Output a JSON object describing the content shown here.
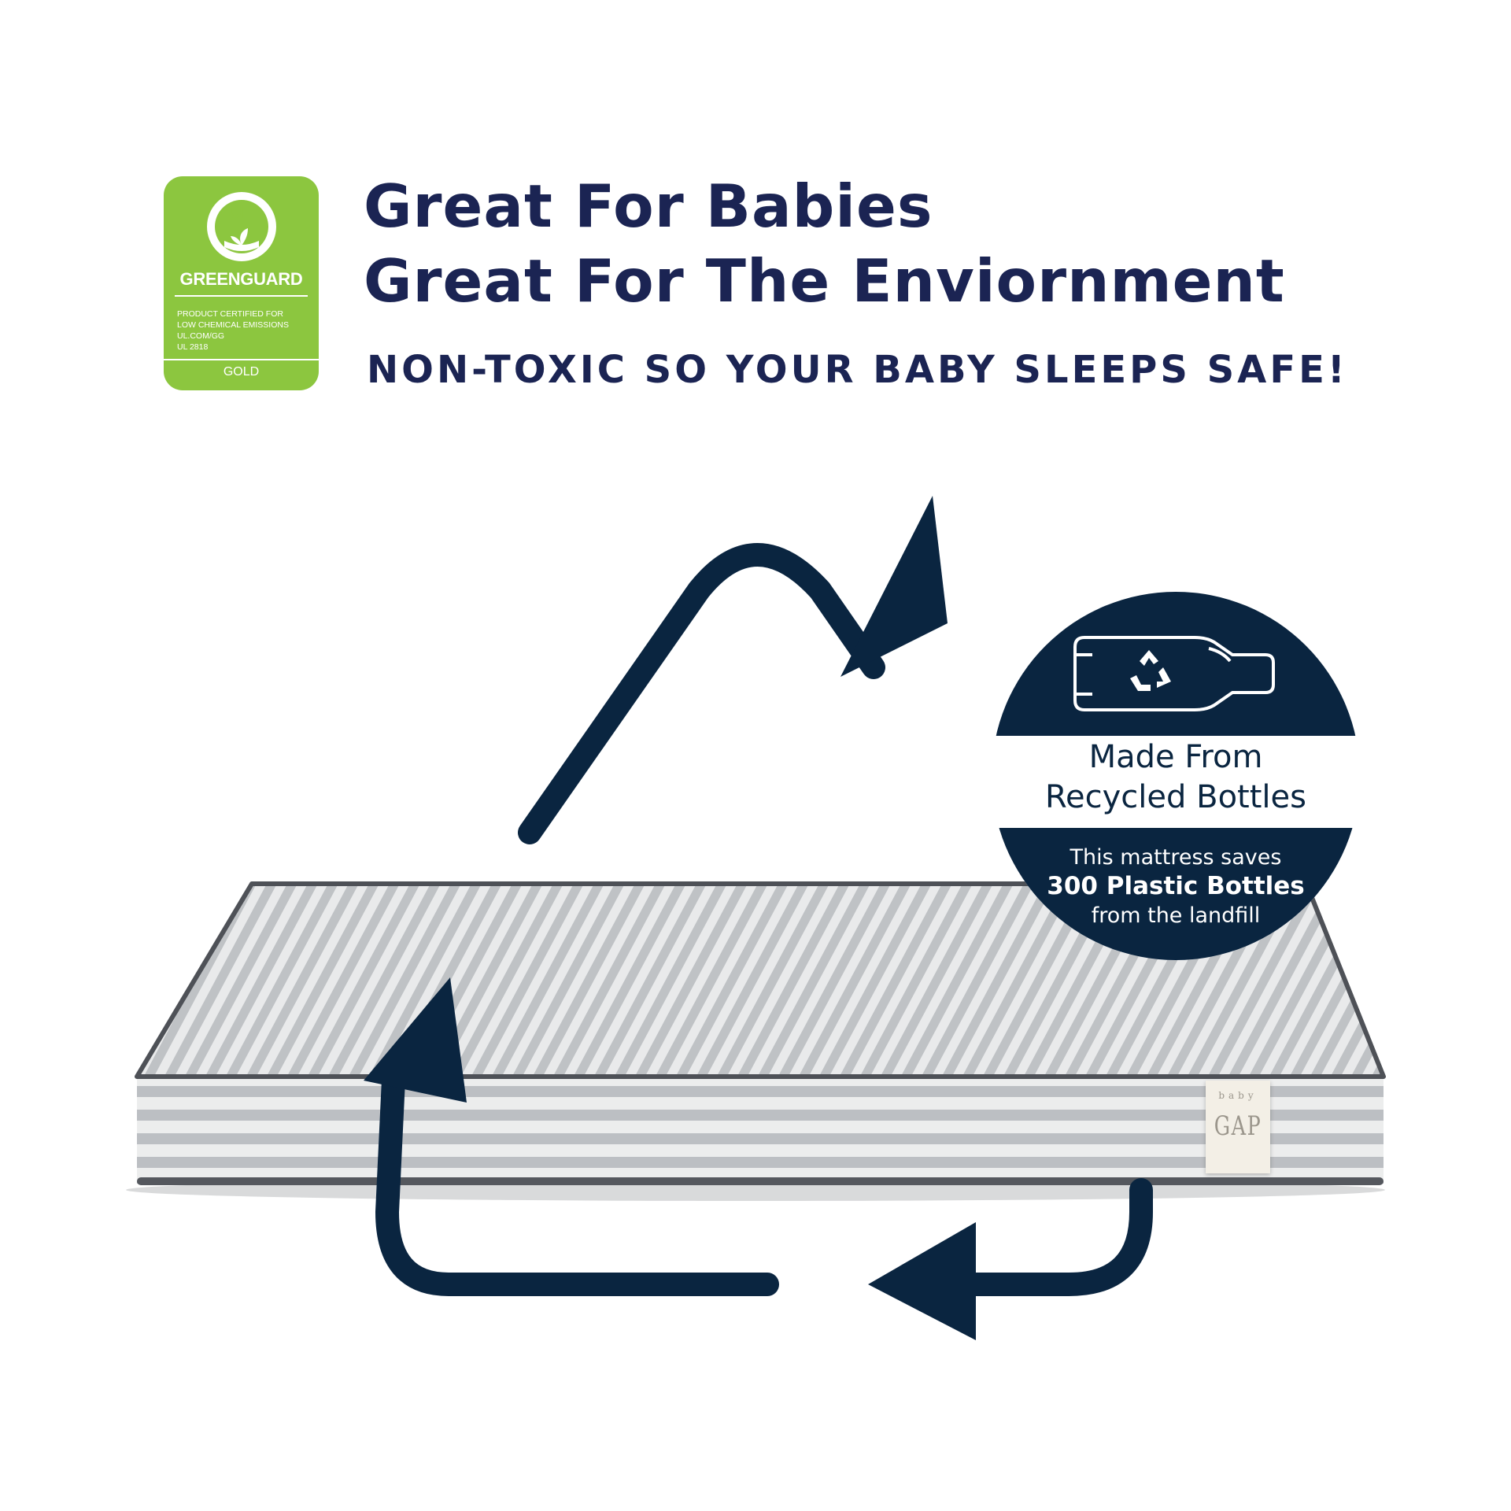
{
  "certification_badge": {
    "logo": "UL",
    "brand": "GREENGUARD",
    "lines": [
      "PRODUCT CERTIFIED FOR",
      "LOW CHEMICAL EMISSIONS",
      "UL.COM/GG",
      "UL 2818"
    ],
    "level": "GOLD",
    "color": "#8cc63f"
  },
  "headline": {
    "line1": "Great For Babies",
    "line2": "Great For The Enviornment",
    "sub": "NON-TOXIC SO YOUR BABY SLEEPS SAFE!"
  },
  "recycle_badge": {
    "icon": "recycle-bottle-icon",
    "title_line1": "Made From",
    "title_line2": "Recycled Bottles",
    "saves_line1": "This mattress saves",
    "saves_line2": "300 Plastic Bottles",
    "saves_line3": "from the landfill"
  },
  "product_tag": {
    "small": "baby",
    "brand": "GAP"
  },
  "colors": {
    "navy": "#0a2540",
    "headline": "#1b2453",
    "stripe": "#bcbfc3",
    "piping": "#4e5157"
  }
}
